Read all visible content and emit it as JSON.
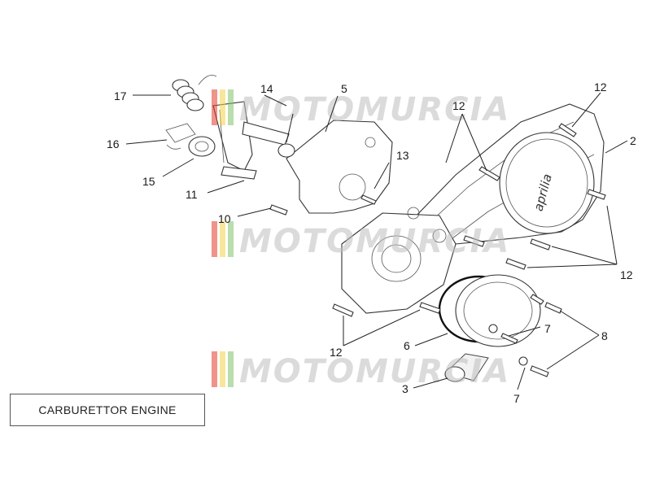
{
  "diagram": {
    "part_labels": {
      "p17": "17",
      "p16": "16",
      "p15": "15",
      "p14": "14",
      "p5": "5",
      "p13": "13",
      "p11": "11",
      "p10": "10",
      "p12_top": "12",
      "p12_mid": "12",
      "p12_right": "12",
      "p12_bottom": "12",
      "p2": "2",
      "p6": "6",
      "p7_mid": "7",
      "p7_bottom": "7",
      "p8": "8",
      "p3": "3"
    },
    "watermark": {
      "text": "MOTOMURCIA",
      "stripe_colors": [
        "#e23b2b",
        "#f2d24b",
        "#7fc16a"
      ]
    },
    "brand_logo": "aprilia",
    "caption": "CARBURETTOR ENGINE"
  }
}
